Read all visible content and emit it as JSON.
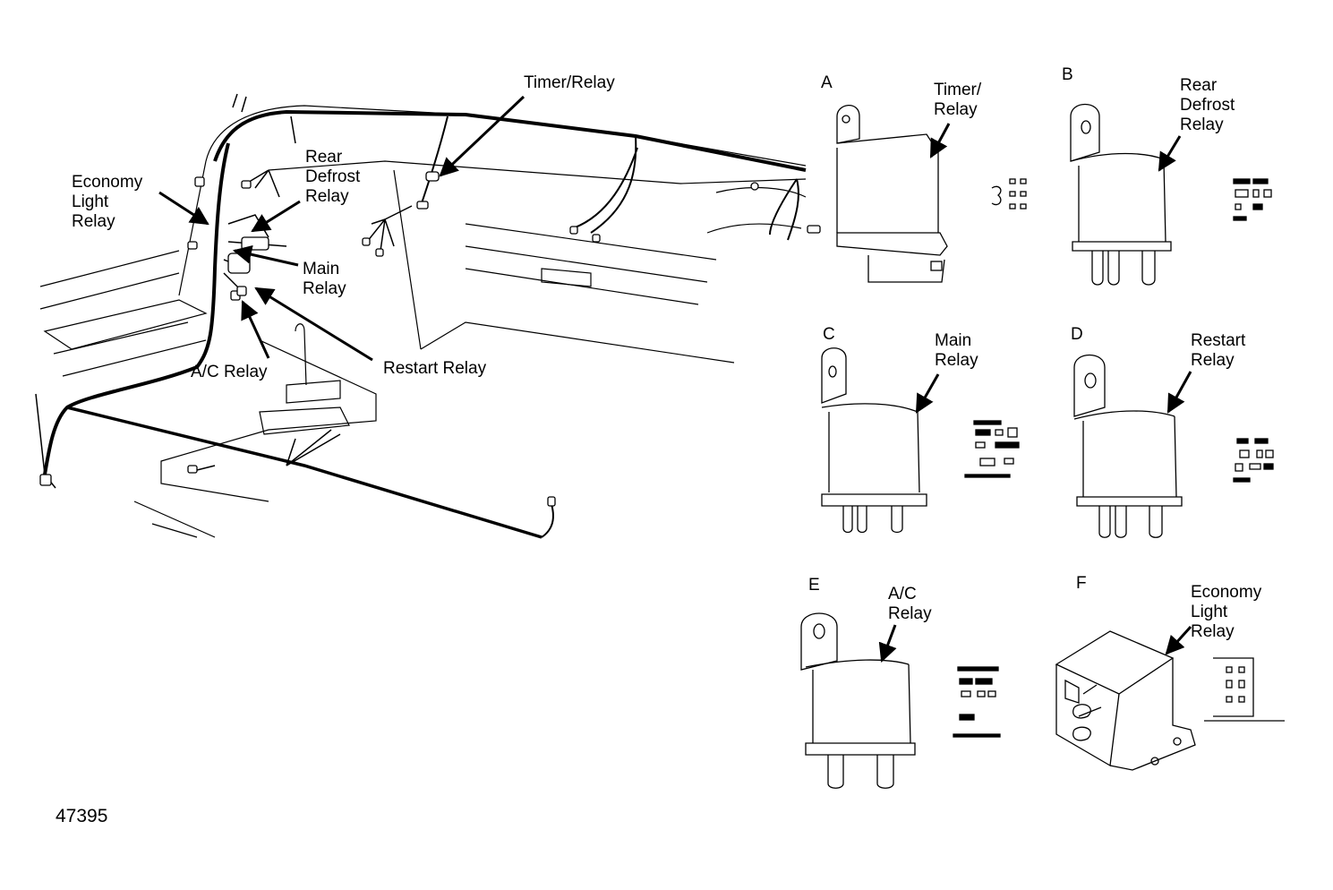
{
  "figure_number": "47395",
  "main_view_labels": {
    "timer_relay": "Timer/Relay",
    "rear_defrost": [
      "Rear",
      "Defrost",
      "Relay"
    ],
    "economy_light": [
      "Economy",
      "Light",
      "Relay"
    ],
    "main_relay": [
      "Main",
      "Relay"
    ],
    "ac_relay": "A/C Relay",
    "restart_relay": "Restart Relay"
  },
  "panels": [
    {
      "letter": "A",
      "label": [
        "Timer/",
        "Relay"
      ]
    },
    {
      "letter": "B",
      "label": [
        "Rear",
        "Defrost",
        "Relay"
      ]
    },
    {
      "letter": "C",
      "label": [
        "Main",
        "Relay"
      ]
    },
    {
      "letter": "D",
      "label": [
        "Restart",
        "Relay"
      ]
    },
    {
      "letter": "E",
      "label": [
        "A/C",
        "Relay"
      ]
    },
    {
      "letter": "F",
      "label": [
        "Economy",
        "Light",
        "Relay"
      ]
    }
  ]
}
